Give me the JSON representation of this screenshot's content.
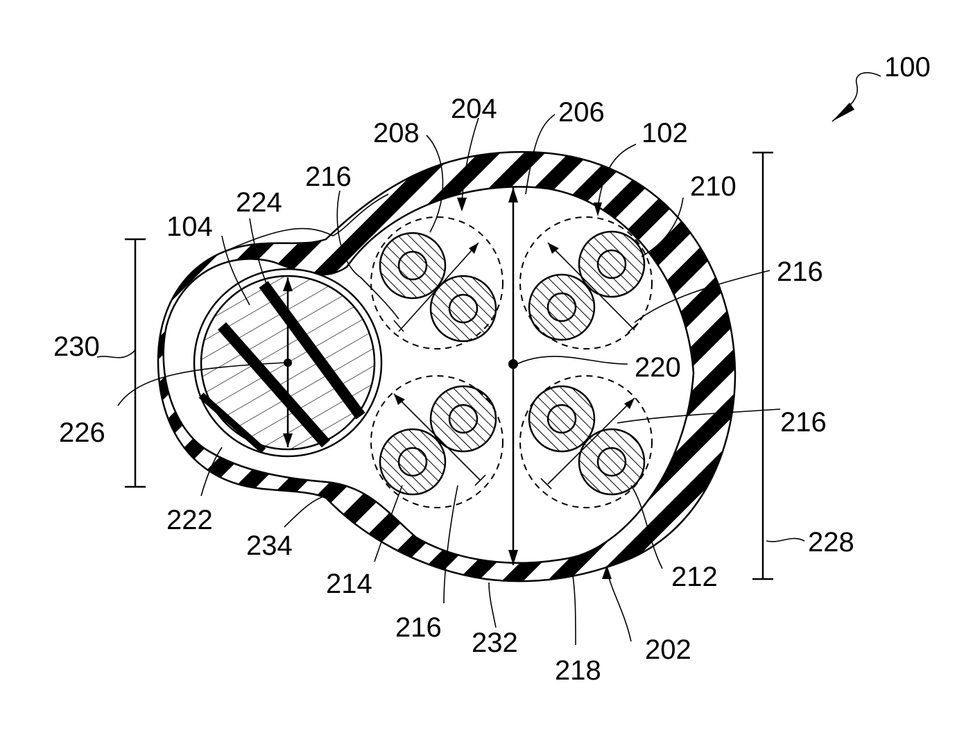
{
  "figure": {
    "ref_numerals": {
      "assembly": "100",
      "cable_102": "102",
      "cable_104": "104",
      "jacket": "202",
      "pair_204": "204",
      "dim_206": "206",
      "pair_208": "208",
      "pair_210": "210",
      "pair_212": "212",
      "pair_214": "214",
      "dist_216_a": "216",
      "dist_216_b": "216",
      "dist_216_c": "216",
      "dist_216_d": "216",
      "jacket_218": "218",
      "center_220": "220",
      "jacket_222": "222",
      "dim_224": "224",
      "center_226": "226",
      "height_228": "228",
      "height_230": "230",
      "wall_232": "232",
      "neck_234": "234"
    }
  }
}
